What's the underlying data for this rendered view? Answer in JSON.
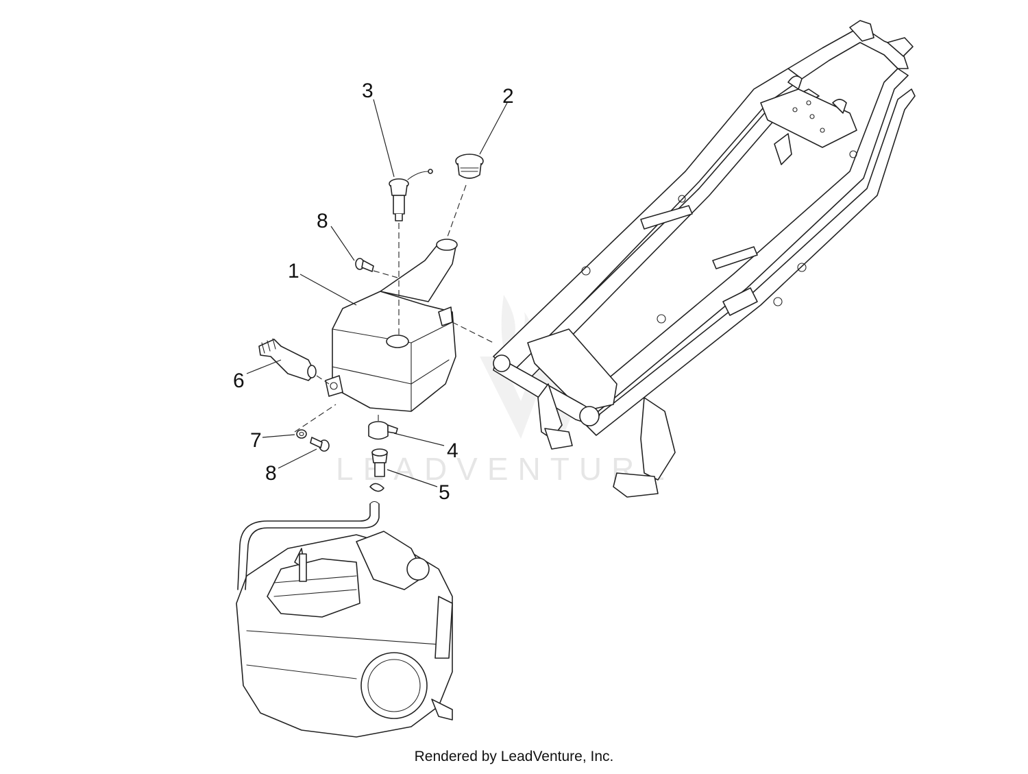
{
  "callouts": [
    {
      "id": "1",
      "label": "1"
    },
    {
      "id": "2",
      "label": "2"
    },
    {
      "id": "3",
      "label": "3"
    },
    {
      "id": "4",
      "label": "4"
    },
    {
      "id": "5",
      "label": "5"
    },
    {
      "id": "6",
      "label": "6"
    },
    {
      "id": "7",
      "label": "7"
    },
    {
      "id": "8a",
      "label": "8"
    },
    {
      "id": "8b",
      "label": "8"
    }
  ],
  "watermark": "LEADVENTURE",
  "footer": "Rendered by LeadVenture, Inc."
}
